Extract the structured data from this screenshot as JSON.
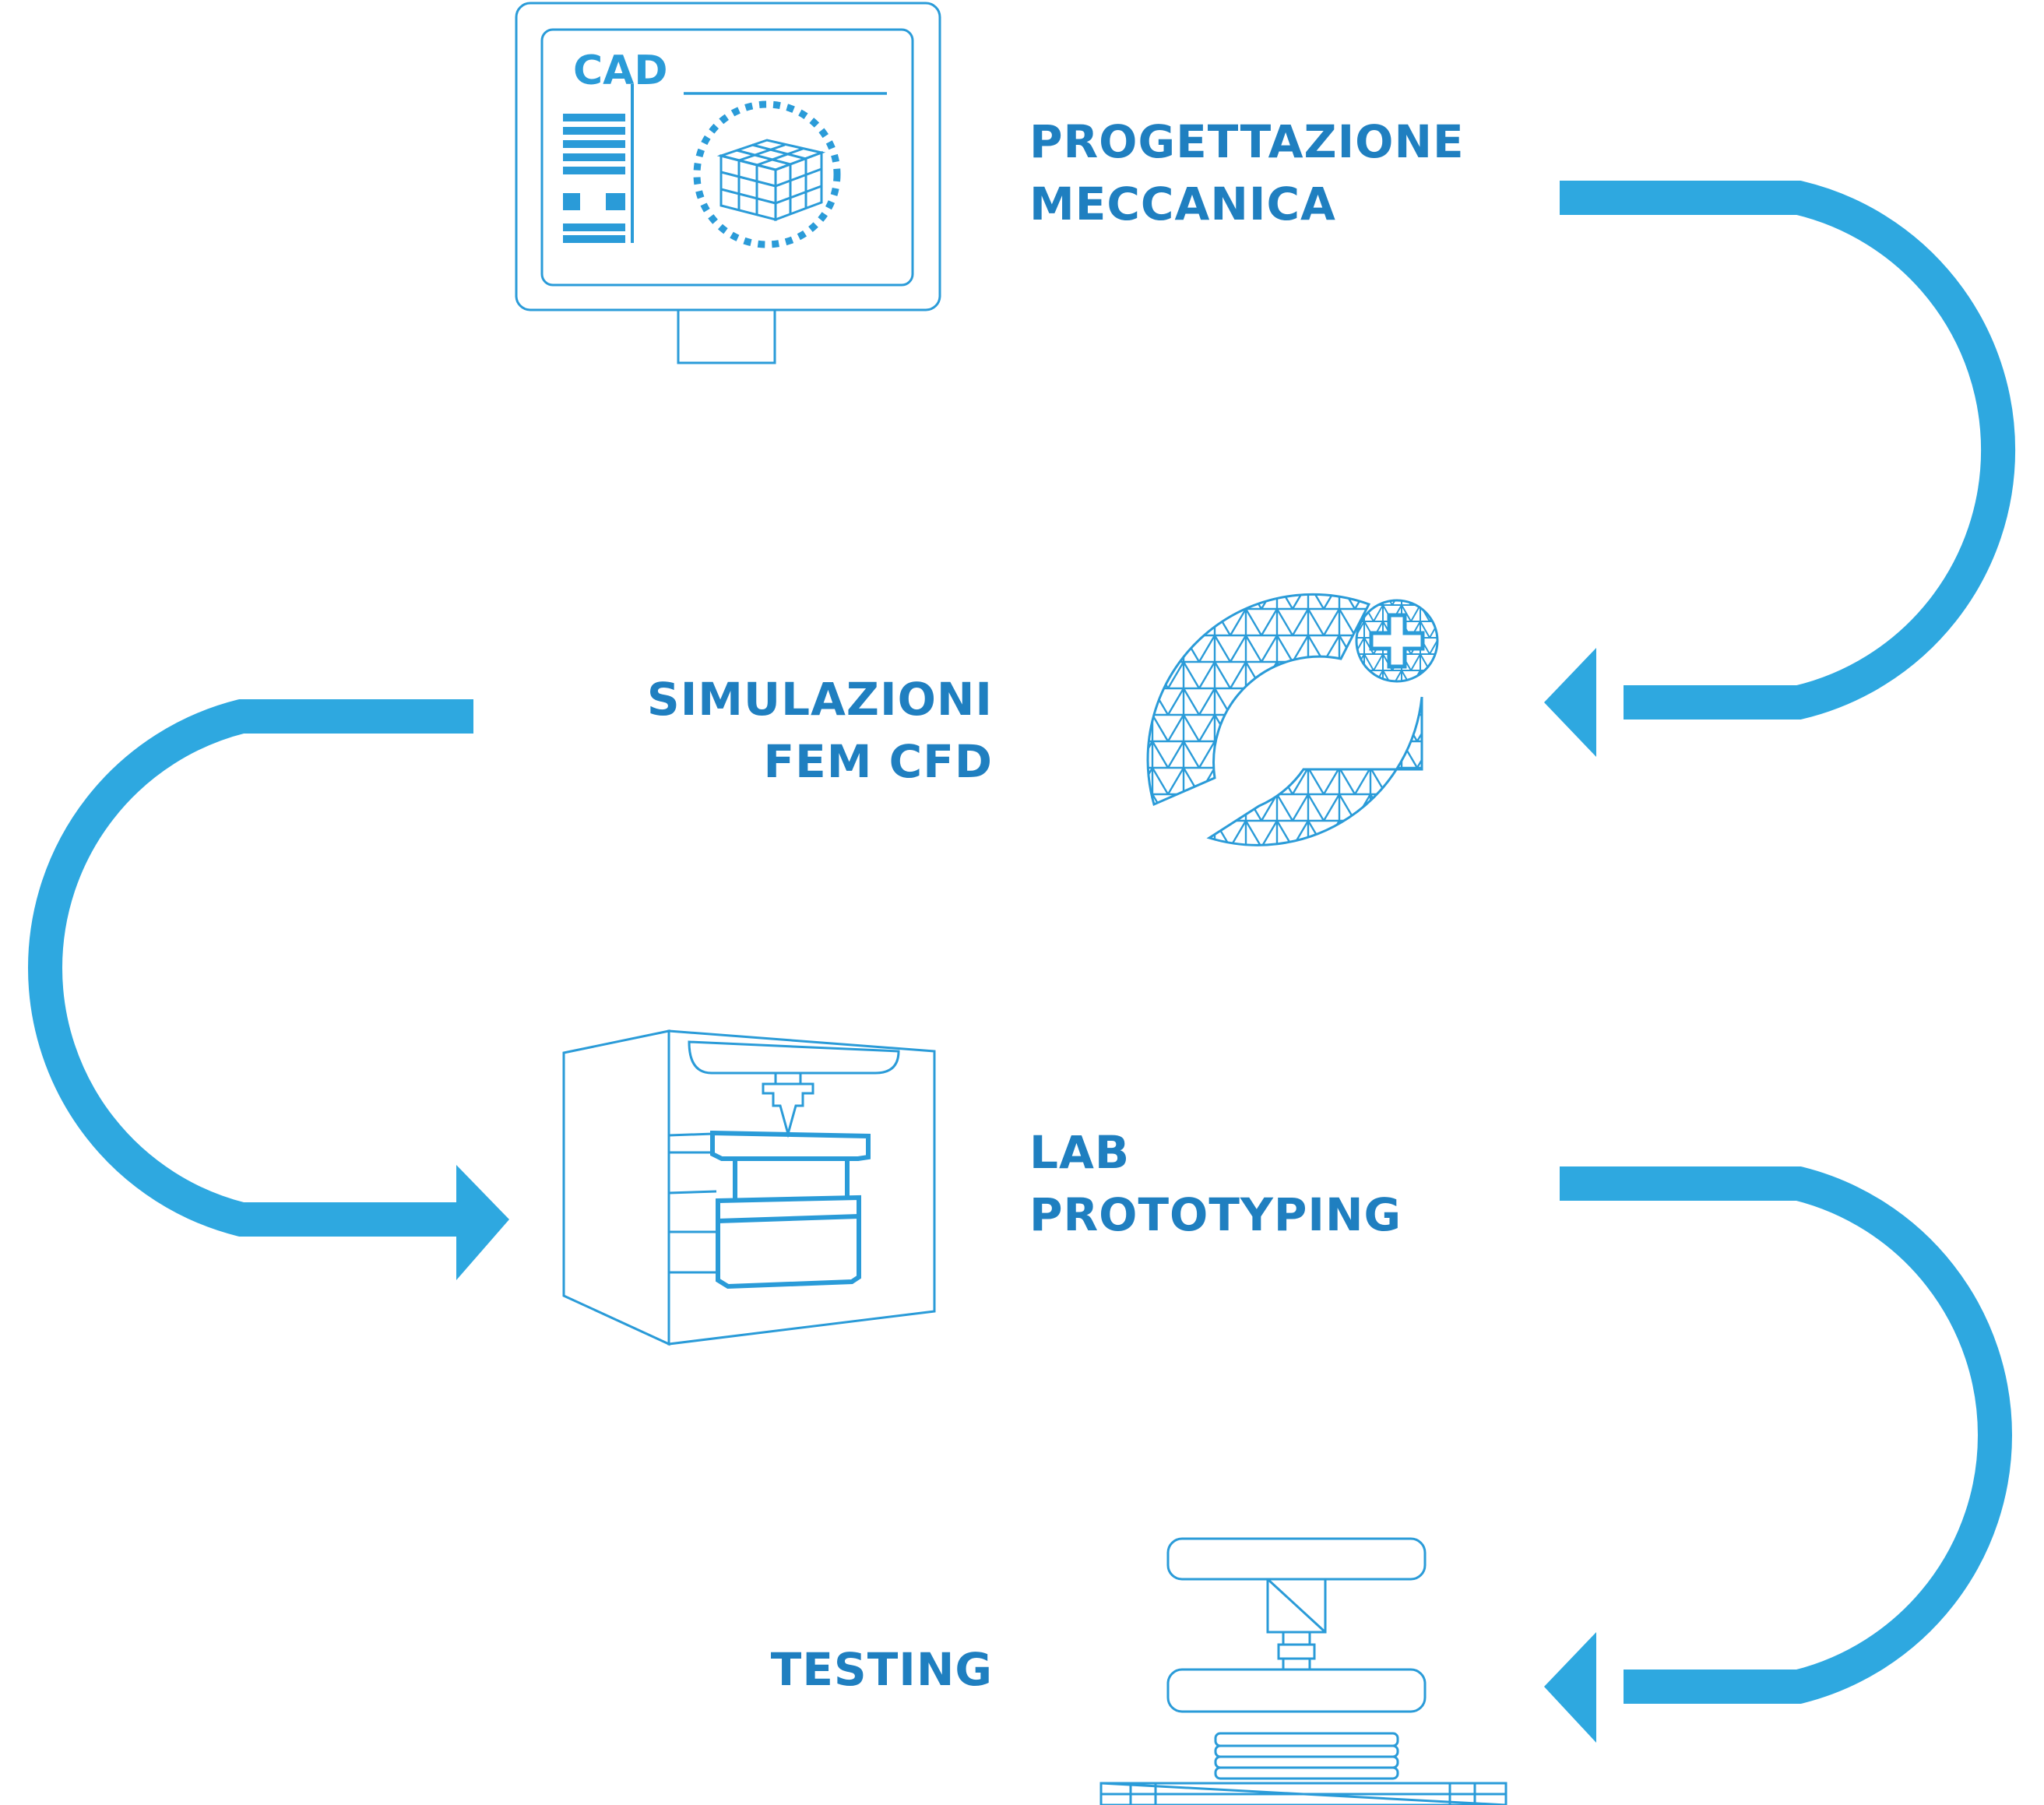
{
  "colors": {
    "arrow": "#2ea8e0",
    "icon_line": "#2a9bd8",
    "text": "#1f7fc0"
  },
  "steps": [
    {
      "line1": "PROGETTAZIONE",
      "line2": "MECCANICA",
      "icon": "cad-monitor-icon"
    },
    {
      "line1": "SIMULAZIONI",
      "line2": "FEM CFD",
      "icon": "fem-mesh-logo-icon"
    },
    {
      "line1": "LAB",
      "line2": "PROTOTYPING",
      "icon": "3d-printer-icon"
    },
    {
      "line1": "TESTING",
      "icon": "test-press-icon"
    }
  ],
  "cad_screen": {
    "label": "CAD"
  }
}
